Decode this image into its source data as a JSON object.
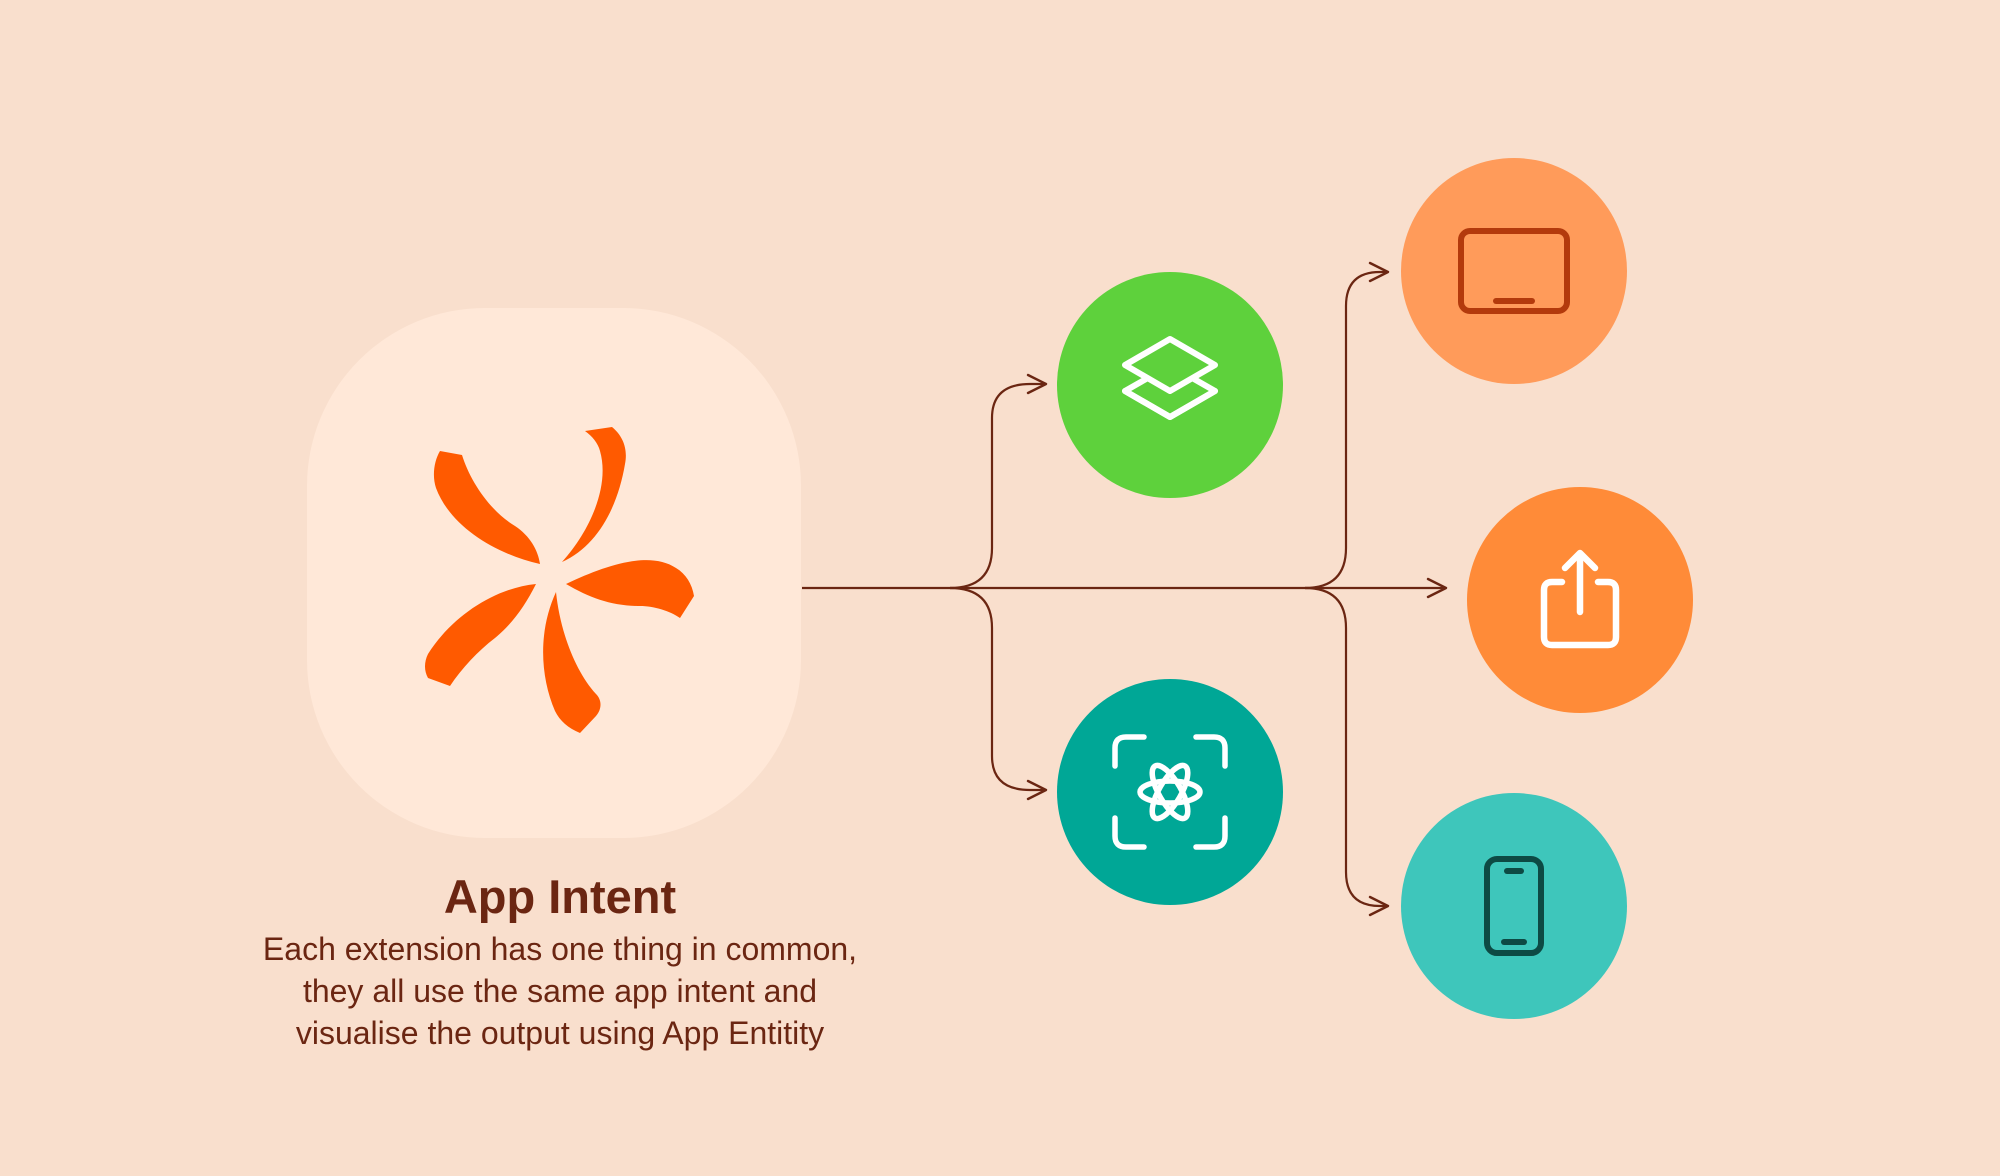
{
  "theme": {
    "background": "#f9dfcd",
    "tile": "#ffe8d8",
    "connector": "#6b2612",
    "text": "#6b2612",
    "fan_icon": "#ff5a00"
  },
  "app_intent": {
    "icon": "fan-pinwheel-icon",
    "title": "App Intent",
    "description_lines": [
      "Each extension has one thing in common,",
      "they all use the same app intent and",
      "visualise the output using App Entitity"
    ]
  },
  "nodes": [
    {
      "id": "shortcuts",
      "icon": "layers-icon",
      "color": "#5ed13c",
      "icon_color": "#ffffff"
    },
    {
      "id": "apple-intelligence",
      "icon": "apple-intelligence-scan-icon",
      "color": "#00a796",
      "icon_color": "#ffffff"
    },
    {
      "id": "mac",
      "icon": "laptop-screen-icon",
      "color": "#ff9b5a",
      "icon_color": "#b33a0c"
    },
    {
      "id": "share",
      "icon": "share-icon",
      "color": "#ff8b38",
      "icon_color": "#ffffff"
    },
    {
      "id": "iphone",
      "icon": "iphone-icon",
      "color": "#3ec6bb",
      "icon_color": "#0d4a44"
    }
  ]
}
